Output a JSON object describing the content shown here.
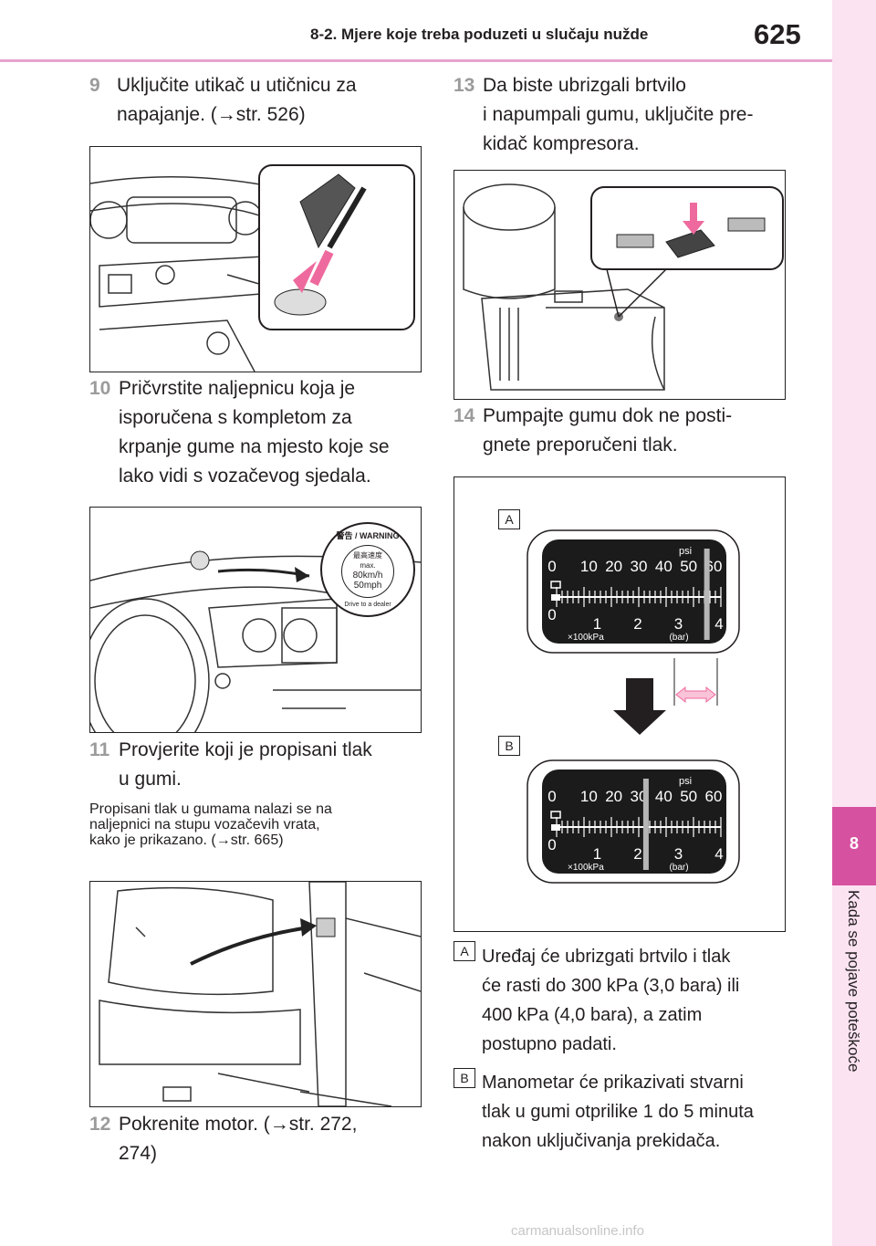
{
  "header": {
    "section": "8-2. Mjere koje treba poduzeti u slučaju nužde",
    "page": "625"
  },
  "side_tab": {
    "number": "8",
    "label": "Kada se pojave poteškoće"
  },
  "steps": [
    {
      "num": "9",
      "lines": [
        "Uključite utikač u utičnicu za",
        "napajanje. (→str. 526)"
      ]
    },
    {
      "num": "10",
      "lines": [
        "Pričvrstite naljepnicu koja je",
        "isporučena s kompletom za",
        "krpanje gume na mjesto koje se",
        "lako vidi s vozačevog sjedala."
      ]
    },
    {
      "num": "11",
      "lines": [
        "Provjerite koji je propisani tlak",
        "u gumi."
      ]
    },
    {
      "num": "12",
      "lines": [
        "Pokrenite motor. (→str. 272,",
        "274)"
      ]
    },
    {
      "num": "13",
      "lines": [
        "Da biste ubrizgali brtvilo",
        "i napumpali gumu, uključite pre-",
        "kidač kompresora."
      ]
    },
    {
      "num": "14",
      "lines": [
        "Pumpajte gumu dok ne posti-",
        "gnete preporučeni tlak."
      ]
    }
  ],
  "note": {
    "lines": [
      "Propisani tlak u gumama nalazi se na",
      "naljepnici na stupu vozačevih vrata,",
      "kako je prikazano. (→str. 665)"
    ]
  },
  "sticker": {
    "top": "警告 / WARNING",
    "title": "最高速度",
    "max": "max.",
    "kmh": "80km/h",
    "mph": "50mph",
    "bottom": "Drive to a dealer"
  },
  "gauge": {
    "psi_label": "psi",
    "psi_ticks": [
      "0",
      "10",
      "20",
      "30",
      "40",
      "50",
      "60"
    ],
    "bar_ticks": [
      "0",
      "1",
      "2",
      "3",
      "4"
    ],
    "unit": "×100kPa",
    "bar_label": "(bar)",
    "reading_a_bar": 3.7,
    "reading_b_bar": 2.2
  },
  "labels": {
    "a": "A",
    "b": "B"
  },
  "paragraphs": {
    "a": [
      "Uređaj će ubrizgati brtvilo i tlak",
      "će rasti do 300 kPa (3,0 bara) ili",
      "400 kPa (4,0 bara), a zatim",
      "postupno padati."
    ],
    "b": [
      "Manometar će prikazivati stvarni",
      "tlak u gumi otprilike 1 do 5 minuta",
      "nakon uključivanja prekidača."
    ]
  },
  "watermark": "carmanualsonline.info",
  "colors": {
    "accent": "#d6519f",
    "tab_bg": "#fbe3f2",
    "arrow_pink": "#ee6a9e"
  }
}
